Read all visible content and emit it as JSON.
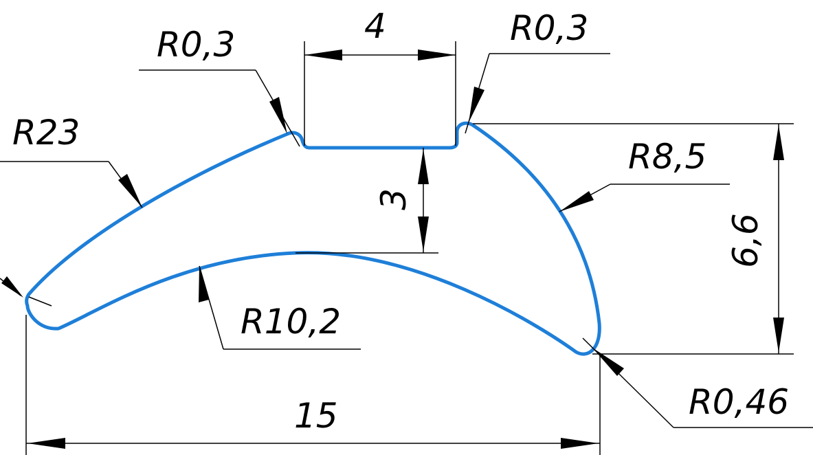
{
  "colors": {
    "profile_stroke": "#1e7fd8",
    "dimension_lines": "#000000",
    "background": "#ffffff"
  },
  "dimensions": {
    "top_width": "4",
    "left_corner_radius": "R0,3",
    "right_corner_radius": "R0,3",
    "outer_left_radius": "R23",
    "right_side_radius": "R8,5",
    "notch_depth": "3",
    "total_height": "6,6",
    "inner_radius": "R10,2",
    "tip_radius": "R0,46",
    "total_width": "15"
  }
}
